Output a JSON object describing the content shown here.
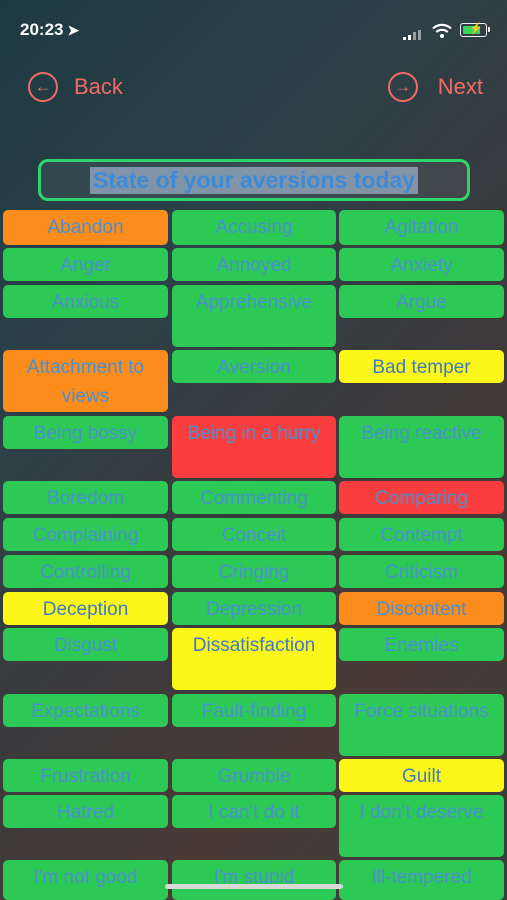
{
  "status_bar": {
    "time": "20:23",
    "location_icon": "location-arrow-icon",
    "signal_icon": "signal-icon",
    "wifi_icon": "wifi-icon",
    "battery_icon": "battery-charging-icon"
  },
  "nav": {
    "back_label": "Back",
    "next_label": "Next",
    "back_icon": "arrow-left-circle-icon",
    "next_icon": "arrow-right-circle-icon"
  },
  "title": "State of your aversions today",
  "colors": {
    "green": "#2dc955",
    "orange": "#fc8d1c",
    "yellow": "#fcf719",
    "red": "#fc3d3d",
    "accent": "#f26b63"
  },
  "items": [
    {
      "label": "Abandon",
      "state": "orange"
    },
    {
      "label": "Accusing",
      "state": "green"
    },
    {
      "label": "Agitation",
      "state": "green"
    },
    {
      "label": "Anger",
      "state": "green"
    },
    {
      "label": "Annoyed",
      "state": "green"
    },
    {
      "label": "Anxiety",
      "state": "green"
    },
    {
      "label": "Anxious",
      "state": "green"
    },
    {
      "label": "Apprehensive",
      "state": "green"
    },
    {
      "label": "Argue",
      "state": "green"
    },
    {
      "label": "Attachment to views",
      "state": "orange"
    },
    {
      "label": "Aversion",
      "state": "green"
    },
    {
      "label": "Bad temper",
      "state": "yellow"
    },
    {
      "label": "Being bossy",
      "state": "green"
    },
    {
      "label": "Being in a hurry",
      "state": "red"
    },
    {
      "label": "Being reactive",
      "state": "green"
    },
    {
      "label": "Boredom",
      "state": "green"
    },
    {
      "label": "Commenting",
      "state": "green"
    },
    {
      "label": "Comparing",
      "state": "red"
    },
    {
      "label": "Complaining",
      "state": "green"
    },
    {
      "label": "Conceit",
      "state": "green"
    },
    {
      "label": "Contempt",
      "state": "green"
    },
    {
      "label": "Controlling",
      "state": "green"
    },
    {
      "label": "Cringing",
      "state": "green"
    },
    {
      "label": "Criticism",
      "state": "green"
    },
    {
      "label": "Deception",
      "state": "yellow"
    },
    {
      "label": "Depression",
      "state": "green"
    },
    {
      "label": "Discontent",
      "state": "orange"
    },
    {
      "label": "Disgust",
      "state": "green"
    },
    {
      "label": "Dissatisfaction",
      "state": "yellow"
    },
    {
      "label": "Enemies",
      "state": "green"
    },
    {
      "label": "Expectations",
      "state": "green"
    },
    {
      "label": "Fault-finding",
      "state": "green"
    },
    {
      "label": "Force situations",
      "state": "green"
    },
    {
      "label": "Frustration",
      "state": "green"
    },
    {
      "label": "Grumble",
      "state": "green"
    },
    {
      "label": "Guilt",
      "state": "yellow"
    },
    {
      "label": "Hatred",
      "state": "green"
    },
    {
      "label": "I can't do it",
      "state": "green"
    },
    {
      "label": "I don't deserve",
      "state": "green"
    },
    {
      "label": "I'm not good",
      "state": "green"
    },
    {
      "label": "I'm stupid",
      "state": "green"
    },
    {
      "label": "Ill-tempered",
      "state": "green"
    }
  ]
}
